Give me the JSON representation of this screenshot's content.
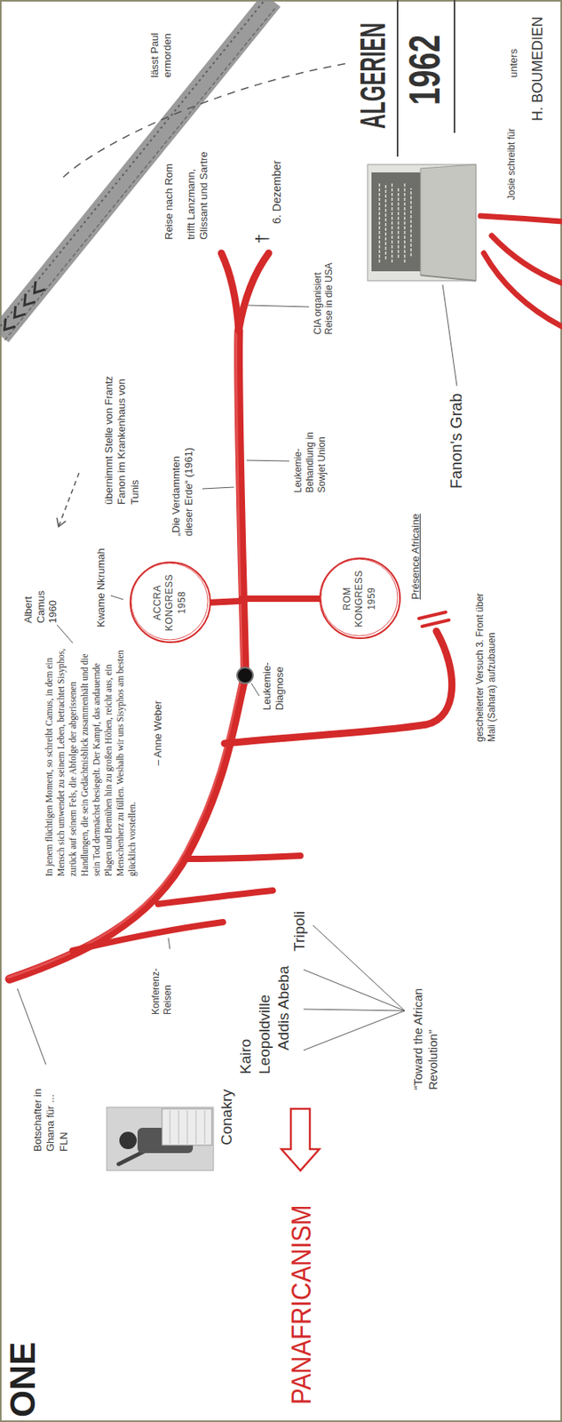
{
  "diagram": {
    "nodes": [
      {
        "text": [
          "ACCRA KONGRESS 1958"
        ]
      },
      {
        "text": [
          "ROM KONGRESS 1959"
        ]
      }
    ],
    "labels": [
      "ONE",
      "Botschafter in Ghana für ... FLN",
      "PANAFRICANISM",
      "Konferenz-Reisen",
      "Conakry",
      "Kairo",
      "Leopoldville",
      "Addis Abeba",
      "Tripoli",
      "“Toward the African Revolution”",
      "In jenem flüchtigen Moment, so schreibt Camus, in dem ein Mensch sich umwendet zu seinem Leben, betrachtet Sisyphos, zurück auf seinem Fels, die Abfolge der abgerissenen Handlungen, die sein Gedächtnisblick zusammenhält und die sein Tod demnächst besiegelt. Der Kampf, das andauernde Plagen und Bemühen hin zu großen Höhen, reicht aus, ein Menschenherz zu füllen. Weshalb wir uns Sisyphos am besten glücklich vorstellen.",
      "– Anne Weber",
      "gescheiterter Versuch 3. Front über Mali (Sahara) aufzubauen",
      "Albert Camus 1960",
      "Kwame Nkrumah",
      "Leukemie-Diagnose",
      "Présence Africaine",
      "„Die Verdammten dieser Erde“ (1961)",
      "Leukemie-Behandlung in Sowjet Union",
      "übernimmt Stelle von Frantz Fanon im Krankenhaus von Tunis",
      "CIA organisiert Reise in die USA",
      "Reise nach Rom",
      "trifft Lanzmann, Glissant und Sartre",
      "†",
      "6. Dezember",
      "Fanon's Grab",
      "lässt Paul ermorden",
      "ALGERIEN",
      "1962",
      "Josie schreibt für",
      "unters",
      "H. BOUMEDIEN"
    ]
  }
}
